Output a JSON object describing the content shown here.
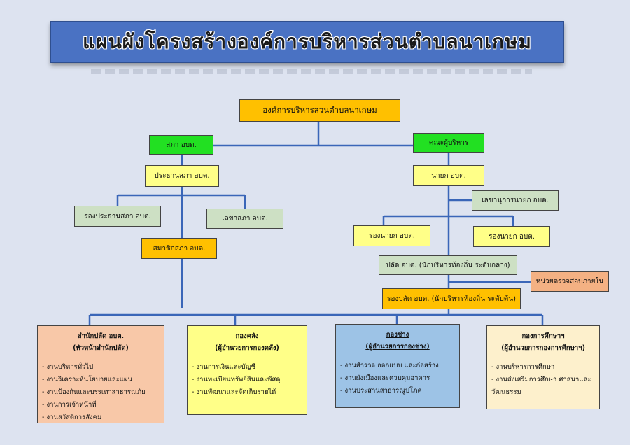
{
  "title": "แผนผังโครงสร้างองค์การบริหารส่วนตำบลนาเกษม",
  "nodes": {
    "root": "องค์การบริหารส่วนตำบลนาเกษม",
    "council": "สภา อบต.",
    "executive": "คณะผู้บริหาร",
    "council_chair": "ประธานสภา อบต.",
    "mayor": "นายก อบต.",
    "mayor_secretary": "เลขานุการนายก อบต.",
    "vice_chair": "รองประธานสภา อบต.",
    "council_secretary": "เลขาสภา อบต.",
    "deputy_mayor_1": "รองนายก อบต.",
    "deputy_mayor_2": "รองนายก อบต.",
    "council_member": "สมาชิกสภา อบต.",
    "chief_admin": "ปลัด อบต. (นักบริหารท้องถิ่น ระดับกลาง)",
    "internal_audit": "หน่วยตรวจสอบภายใน",
    "deputy_chief": "รองปลัด อบต. (นักบริหารท้องถิ่น ระดับต้น)"
  },
  "departments": [
    {
      "title": "สำนักปลัด อบต.",
      "subtitle": "(หัวหน้าสำนักปลัด)",
      "items": [
        "งานบริหารทั่วไป",
        "งานวิเคราะห์นโยบายและแผน",
        "งานป้องกันและบรรเทาสาธารณภัย",
        "งานการเจ้าหน้าที่",
        "งานสวัสดิการสังคม"
      ]
    },
    {
      "title": "กองคลัง",
      "subtitle": "(ผู้อำนวยการกองคลัง)",
      "items": [
        "งานการเงินและบัญชี",
        "งานทะเบียนทรัพย์สินและพัสดุ",
        "งานพัฒนาและจัดเก็บรายได้"
      ]
    },
    {
      "title": "กองช่าง",
      "subtitle": "(ผู้อำนวยการกองช่าง)",
      "items": [
        "งานสำรวจ ออกแบบ และก่อสร้าง",
        "งานผังเมืองและควบคุมอาคาร",
        "งานประสานสาธารณูปโภค"
      ]
    },
    {
      "title": "กองการศึกษาฯ",
      "subtitle": "(ผู้อำนวยการกองการศึกษาฯ)",
      "items": [
        "งานบริหารการศึกษา",
        "งานส่งเสริมการศึกษา ศาสนาและวัฒนธรรม"
      ]
    }
  ],
  "colors": {
    "line": "#3a66b8",
    "banner": "#4a72c3"
  }
}
